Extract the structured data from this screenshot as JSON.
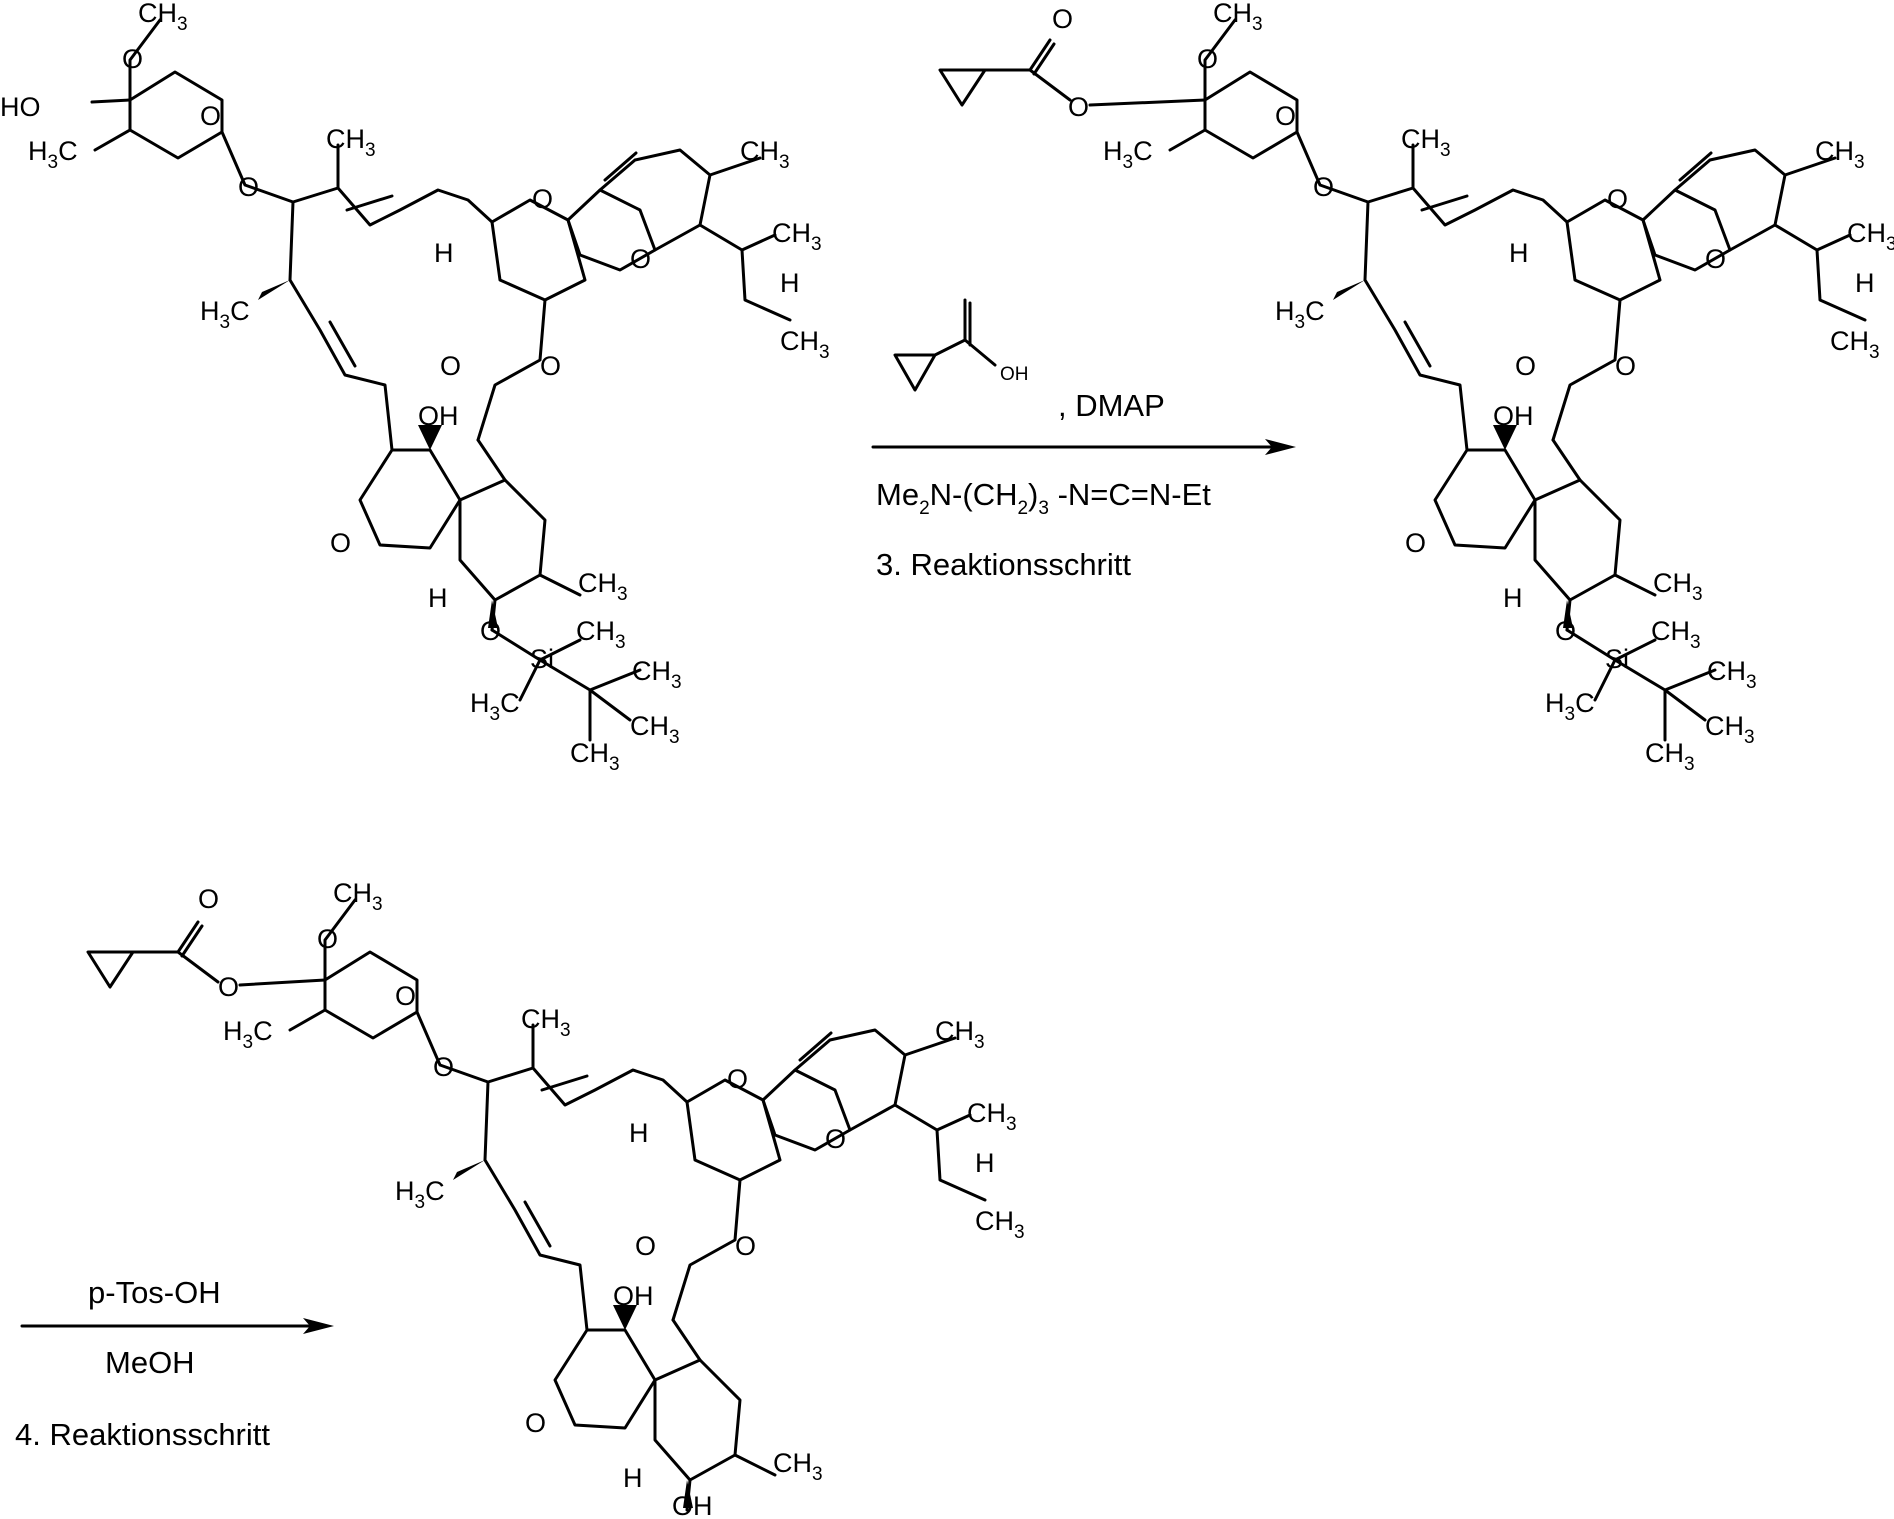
{
  "reaction_step_3": {
    "reagent_label": ", DMAP",
    "reagent_oh": "OH",
    "carbodiimide": {
      "p1": "Me",
      "s1": "2",
      "p2": "N-(CH",
      "s2": "2",
      "p3": ")",
      "s3": "3",
      "p4": " -N=C=N-Et"
    },
    "step_label": "3. Reaktionsschritt"
  },
  "reaction_step_4": {
    "reagent_top": "p-Tos-OH",
    "reagent_bottom": "MeOH",
    "step_label": "4. Reaktionsschritt"
  },
  "atoms": {
    "ch3": {
      "main": "CH",
      "sub": "3"
    },
    "h3c": {
      "main": "H",
      "sub": "3",
      "tail": "C"
    },
    "o": "O",
    "h": "H",
    "oh": "OH",
    "ho": "HO",
    "si": "Si"
  },
  "colors": {
    "ink": "#000000",
    "background": "#ffffff"
  }
}
